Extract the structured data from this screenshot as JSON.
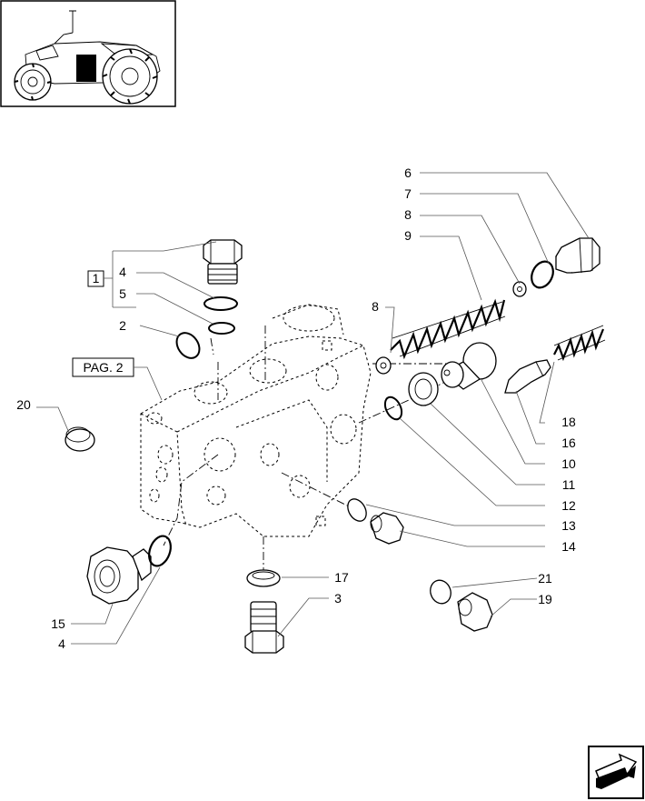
{
  "diagram": {
    "reference_box": "1",
    "page_reference": "PAG. 2",
    "callouts": {
      "c6": "6",
      "c7": "7",
      "c8a": "8",
      "c9": "9",
      "c4a": "4",
      "c5": "5",
      "c2": "2",
      "c8b": "8",
      "c20": "20",
      "c18": "18",
      "c16": "16",
      "c10": "10",
      "c11": "11",
      "c12": "12",
      "c13": "13",
      "c14": "14",
      "c17": "17",
      "c3": "3",
      "c21": "21",
      "c19": "19",
      "c15": "15",
      "c4b": "4"
    }
  },
  "navigation": {
    "icon": "next-page-arrow-icon"
  }
}
